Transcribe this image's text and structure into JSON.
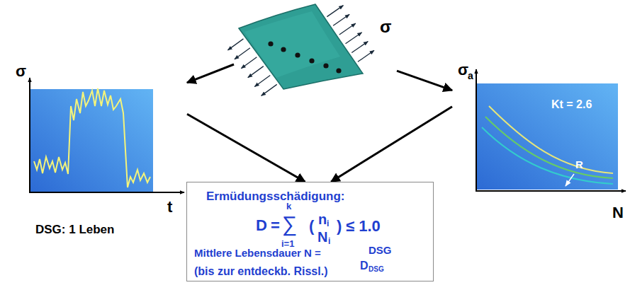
{
  "diagram": {
    "nodes": [
      {
        "text": [
          "σ"
        ]
      },
      {
        "text": [
          "σ",
          "t"
        ]
      },
      {
        "text": [
          "σ",
          "a",
          "Kt = 2.6",
          "R",
          "N"
        ]
      },
      {
        "text": [
          "Ermüdungsschädigung:",
          "D",
          "=",
          "∑",
          "k",
          "i=1",
          "(",
          "n",
          "i",
          "N",
          "i",
          ")",
          "≤ 1.0",
          "Mittlere Lebensdauer N =",
          "DSG",
          "D",
          "DSG",
          "(bis zur entdeckb. Rissl.)"
        ]
      }
    ],
    "edges": [
      {
        "from": 0,
        "to": 1,
        "arrow": "to"
      },
      {
        "from": 0,
        "to": 2,
        "arrow": "to"
      },
      {
        "from": 1,
        "to": 3,
        "arrow": "to"
      },
      {
        "from": 2,
        "to": 3,
        "arrow": "to"
      }
    ],
    "labels": [
      "DSG: 1 Leben"
    ]
  }
}
